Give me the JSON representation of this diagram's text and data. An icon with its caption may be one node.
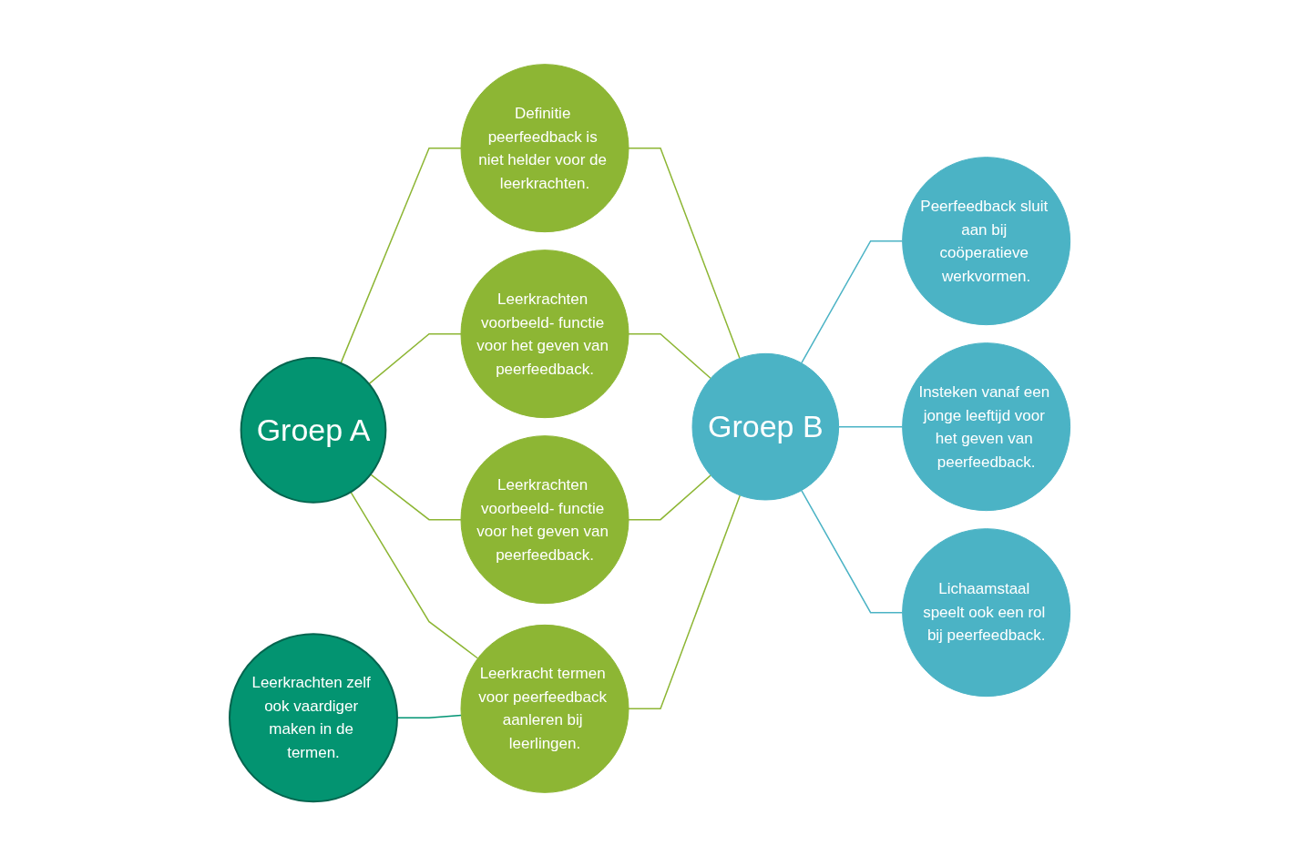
{
  "diagram": {
    "nodes": [
      {
        "text": [
          "Groep A"
        ]
      },
      {
        "text": [
          "Definitie peerfeedback is niet helder voor de leerkrachten."
        ]
      },
      {
        "text": [
          "Leerkrachten voorbeeld- functie voor het geven van peerfeedback."
        ]
      },
      {
        "text": [
          "Leerkrachten voorbeeld- functie voor het geven van peerfeedback."
        ]
      },
      {
        "text": [
          "Leerkracht termen voor peerfeedback aanleren bij leerlingen."
        ]
      },
      {
        "text": [
          "Leerkrachten zelf ook vaardiger maken in de termen."
        ]
      },
      {
        "text": [
          "Groep B"
        ]
      },
      {
        "text": [
          "Peerfeedback sluit aan bij coöperatieve werkvormen."
        ]
      },
      {
        "text": [
          "Insteken vanaf een jonge leeftijd voor het geven van peerfeedback."
        ]
      },
      {
        "text": [
          "Lichaamstaal speelt ook een rol bij peerfeedback."
        ]
      }
    ],
    "edges": [
      {
        "from": 0,
        "to": 1,
        "arrow": "none"
      },
      {
        "from": 0,
        "to": 2,
        "arrow": "none"
      },
      {
        "from": 0,
        "to": 3,
        "arrow": "none"
      },
      {
        "from": 0,
        "to": 4,
        "arrow": "none"
      },
      {
        "from": 5,
        "to": 4,
        "arrow": "none",
        "color": "#009473"
      },
      {
        "from": 1,
        "to": 6,
        "arrow": "none"
      },
      {
        "from": 2,
        "to": 6,
        "arrow": "none"
      },
      {
        "from": 3,
        "to": 6,
        "arrow": "none"
      },
      {
        "from": 4,
        "to": 6,
        "arrow": "none"
      },
      {
        "from": 6,
        "to": 7,
        "arrow": "none",
        "color": "#4bb3c5"
      },
      {
        "from": 6,
        "to": 8,
        "arrow": "none",
        "color": "#4bb3c5"
      },
      {
        "from": 6,
        "to": 9,
        "arrow": "none",
        "color": "#4bb3c5"
      }
    ]
  }
}
